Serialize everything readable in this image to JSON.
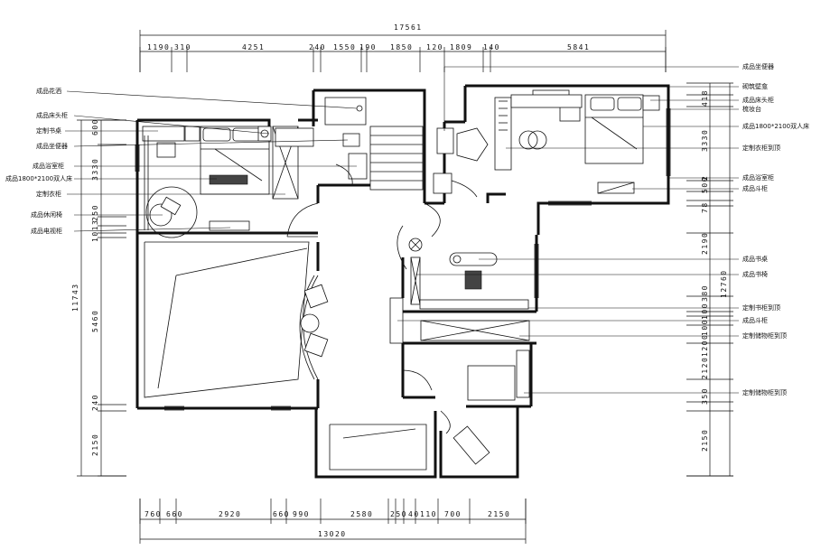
{
  "dimensions": {
    "top_total": "17561",
    "top_segments": [
      "1190",
      "310",
      "4251",
      "240",
      "1550",
      "190",
      "1850",
      "120",
      "1809",
      "140",
      "5841"
    ],
    "bottom_total": "13020",
    "bottom_segments": [
      "760",
      "660",
      "2920",
      "660",
      "990",
      "2580",
      "250",
      "40",
      "110",
      "700",
      "2150"
    ],
    "left_total": "11743",
    "left_segments": [
      "600",
      "3330",
      "250",
      "1013",
      "5460",
      "240",
      "2150"
    ],
    "right_total": "12760",
    "right_segments": [
      "418",
      "3330",
      "500",
      "2",
      "78",
      "2190",
      "380",
      "100",
      "100",
      "1200",
      "2120",
      "350",
      "2150"
    ]
  },
  "left_labels": [
    "成品花洒",
    "成品床头柜",
    "定制书桌",
    "成品坐便器",
    "成品浴室柜",
    "成品1800*2100双人床",
    "定制衣柜",
    "成品休闲椅",
    "成品电视柜"
  ],
  "right_labels": [
    "成品坐便器",
    "砌筑壁龛",
    "成品床头柜",
    "梳妆台",
    "成品1800*2100双人床",
    "定制衣柜到顶",
    "成品浴室柜",
    "成品斗柜",
    "成品书桌",
    "成品书椅",
    "定制书柜到顶",
    "成品斗柜",
    "定制储物柜到顶",
    "定制储物柜到顶"
  ]
}
